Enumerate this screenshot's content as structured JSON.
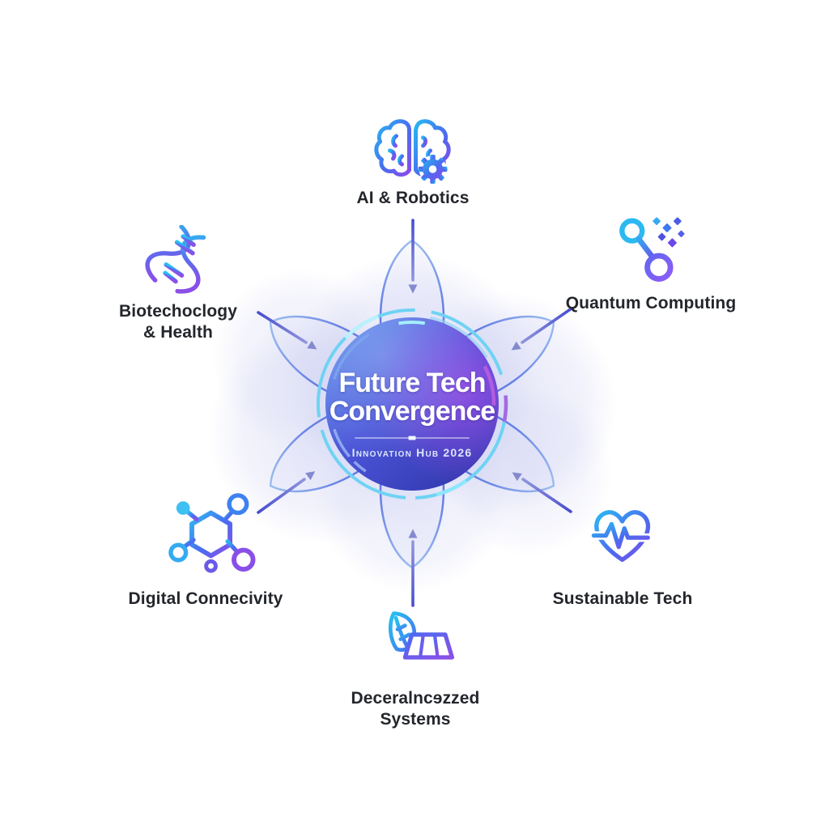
{
  "center": {
    "title_line1": "Future Tech",
    "title_line2": "Convergence",
    "subtitle": "Innovation Hub 2026"
  },
  "nodes": [
    {
      "id": "ai-robotics",
      "position": "top",
      "label": "AI & Robotics",
      "icon": "brain-gear-icon"
    },
    {
      "id": "quantum-computing",
      "position": "top-right",
      "label": "Quantum Computing",
      "icon": "quantum-link-icon"
    },
    {
      "id": "sustainable-tech",
      "position": "bottom-right",
      "label": "Sustainable Tech",
      "icon": "heart-pulse-icon"
    },
    {
      "id": "decentralized-systems",
      "position": "bottom",
      "label": "Deceralncɘzzed\nSystems",
      "icon": "leaf-solar-icon"
    },
    {
      "id": "digital-connectivity",
      "position": "bottom-left",
      "label": "Digital Connecivity",
      "icon": "molecule-network-icon"
    },
    {
      "id": "biotech-health",
      "position": "top-left",
      "label": "Biotechoclogy\n& Health",
      "icon": "dna-helix-icon"
    }
  ],
  "colors": {
    "accent_cyan": "#2fc0f0",
    "accent_blue": "#4a6cf0",
    "accent_purple": "#8b4fe8",
    "hub_gradient": [
      "#5f8ae9",
      "#4b55d8",
      "#2f34a8"
    ],
    "hub_purple_glow": "#9a4ee6",
    "ring_cyan": "#6fd3f3",
    "connector_indigo": "#4a4fd0",
    "petal_fill": "#c7cbf2",
    "label_text": "#23262b"
  }
}
